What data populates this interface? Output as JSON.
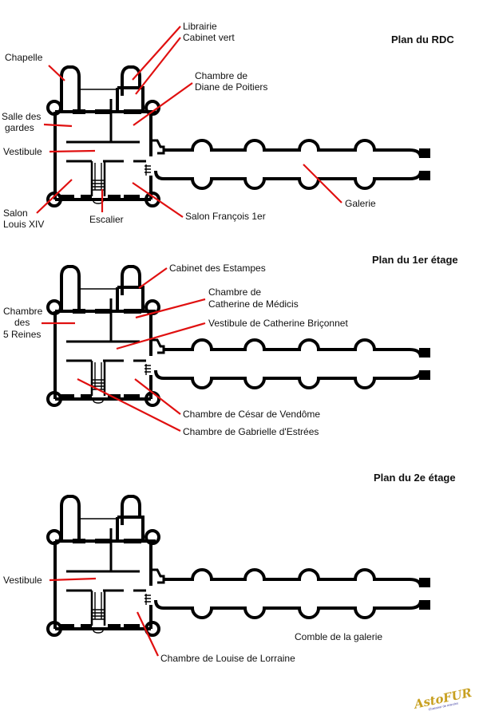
{
  "plans": [
    {
      "title": "Plan du RDC",
      "labels": {
        "chapelle": "Chapelle",
        "librairie": "Librairie",
        "cabinet_vert": "Cabinet vert",
        "chambre_diane_1": "Chambre de",
        "chambre_diane_2": "Diane de Poitiers",
        "salle_gardes_1": "Salle des",
        "salle_gardes_2": "gardes",
        "vestibule": "Vestibule",
        "salon_louis_1": "Salon",
        "salon_louis_2": "Louis XIV",
        "escalier": "Escalier",
        "salon_francois": "Salon François 1er",
        "galerie": "Galerie"
      }
    },
    {
      "title": "Plan du 1er étage",
      "labels": {
        "cabinet_estampes": "Cabinet des Estampes",
        "chambre_catherine_1": "Chambre de",
        "chambre_catherine_2": "Catherine de Médicis",
        "vestibule_briconnet": "Vestibule de Catherine Briçonnet",
        "chambre_reines_1": "Chambre",
        "chambre_reines_2": "des",
        "chambre_reines_3": "5 Reines",
        "chambre_cesar": "Chambre de César de Vendôme",
        "chambre_gabrielle": "Chambre de Gabrielle d'Estrées"
      }
    },
    {
      "title": "Plan du 2e étage",
      "labels": {
        "vestibule": "Vestibule",
        "comble_galerie": "Comble de la galerie",
        "chambre_louise": "Chambre de Louise de Lorraine"
      }
    }
  ],
  "colors": {
    "leader": "#e01010",
    "wall": "#000000",
    "text": "#111111"
  },
  "logo": {
    "text": "AstoFUR",
    "subtitle": "Chasseur de manoirs"
  }
}
